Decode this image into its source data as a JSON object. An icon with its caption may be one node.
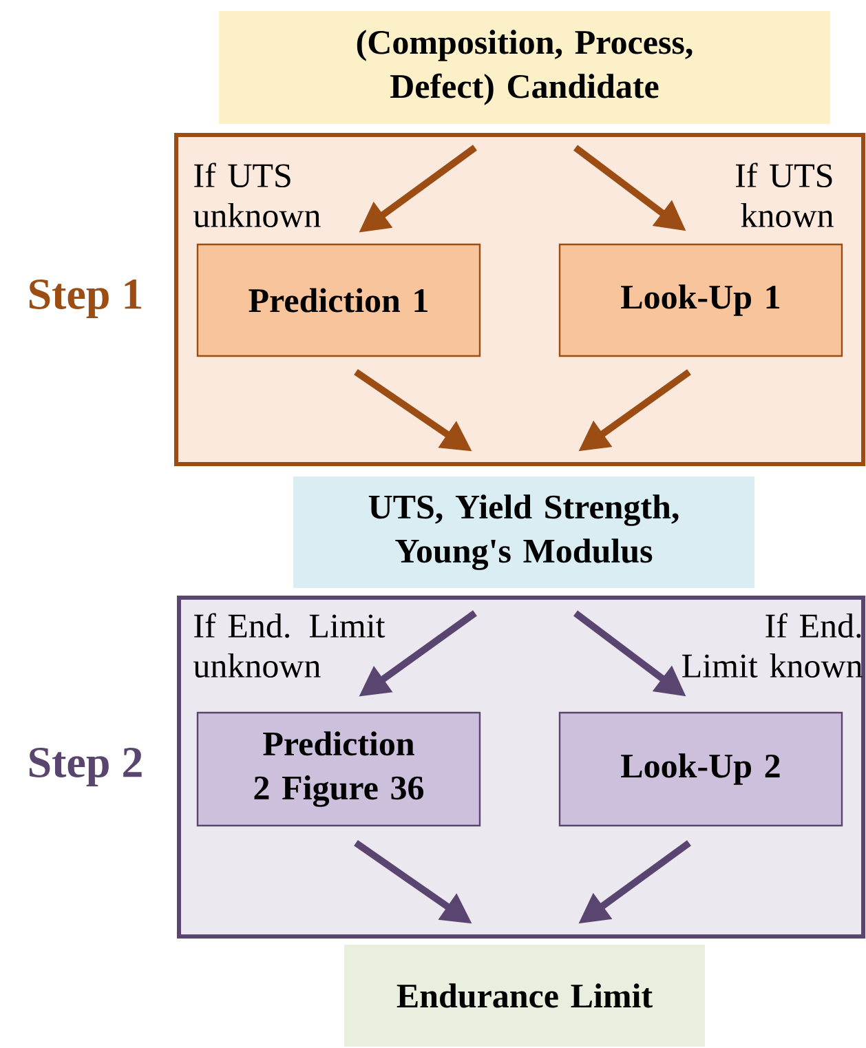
{
  "diagram": {
    "nodes": [
      {
        "text": [
          "(Composition, Process, Defect) Candidate"
        ]
      },
      {
        "text": [
          "Step 1"
        ]
      },
      {
        "text": [
          "Prediction 1"
        ],
        "in": 1
      },
      {
        "text": [
          "Look-Up 1"
        ],
        "in": 1
      },
      {
        "text": [
          "UTS, Yield Strength, Young's Modulus"
        ]
      },
      {
        "text": [
          "Step 2"
        ]
      },
      {
        "text": [
          "Prediction 2 Figure 36"
        ],
        "in": 5
      },
      {
        "text": [
          "Look-Up 2"
        ],
        "in": 5
      },
      {
        "text": [
          "Endurance Limit"
        ]
      }
    ],
    "edges": [
      {
        "from": 0,
        "to": 2,
        "arrow": "to",
        "label": "If UTS unknown",
        "color": "#9c4d13"
      },
      {
        "from": 0,
        "to": 3,
        "arrow": "to",
        "label": "If UTS known",
        "color": "#9c4d13"
      },
      {
        "from": 2,
        "to": 4,
        "arrow": "to",
        "color": "#9c4d13"
      },
      {
        "from": 3,
        "to": 4,
        "arrow": "to",
        "color": "#9c4d13"
      },
      {
        "from": 4,
        "to": 6,
        "arrow": "to",
        "label": "If End. Limit unknown",
        "color": "#5a4571"
      },
      {
        "from": 4,
        "to": 7,
        "arrow": "to",
        "label": "If End. Limit known",
        "color": "#5a4571"
      },
      {
        "from": 6,
        "to": 8,
        "arrow": "to",
        "color": "#5a4571"
      },
      {
        "from": 7,
        "to": 8,
        "arrow": "to",
        "color": "#5a4571"
      }
    ]
  }
}
